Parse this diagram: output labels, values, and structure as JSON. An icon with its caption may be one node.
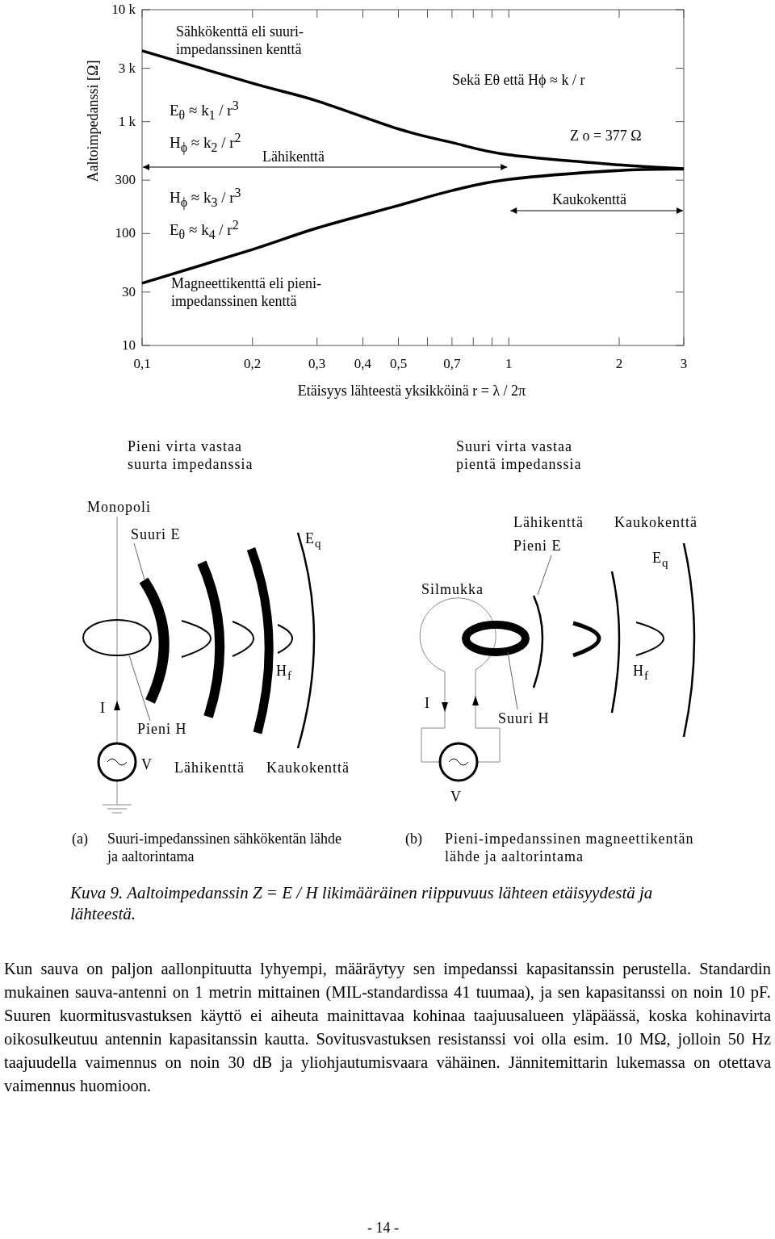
{
  "diagram": {
    "caption": "Kuva 9. Aaltoimpedanssin Z = E / H likimääräinen riippuvuus lähteen etäisyydestä ja lähteestä.",
    "nodes": [
      {
        "text": [
          "Suuri E"
        ]
      },
      {
        "text": [],
        "shape": "arc"
      },
      {
        "text": [
          "Pieni H"
        ]
      },
      {
        "text": [],
        "shape": "ellipse"
      },
      {
        "text": [
          "Pieni E"
        ]
      },
      {
        "text": [],
        "shape": "arc"
      },
      {
        "text": [
          "Suuri H"
        ]
      },
      {
        "text": [],
        "shape": "ring"
      }
    ],
    "edges": [
      {
        "from": 0,
        "to": 1,
        "arrow": "none"
      },
      {
        "from": 2,
        "to": 3,
        "arrow": "none"
      },
      {
        "from": 4,
        "to": 5,
        "arrow": "none"
      },
      {
        "from": 6,
        "to": 7,
        "arrow": "none"
      }
    ],
    "labels": [
      "10 k",
      "3 k",
      "1 k",
      "300",
      "100",
      "30",
      "10",
      "0,1",
      "0,2",
      "0,3",
      "0,4",
      "0,5",
      "0,7",
      "1",
      "2",
      "3",
      "Etäisyys lähteestä yksikköinä r = λ / 2π",
      "Aaltoimpedanssi [Ω]",
      "Sähkökenttä eli suuri-impedanssinen kenttä",
      "Sekä Eθ että Hϕ ≈ k / r",
      "E$_{θ}$ ≈ k$_{1}$ / r$^{3}$",
      "H$_{ϕ}$ ≈ k$_{2}$ / r$^{2}$",
      "Z o = 377 Ω",
      "Lähikenttä",
      "H$_{ϕ}$ ≈ k$_{3}$ / r$^{3}$",
      "Kaukokenttä",
      "E$_{θ}$ ≈ k$_{4}$ / r$^{2}$",
      "Magneettikenttä eli pieni-impedanssinen kenttä",
      "Pieni virta vastaa suurta impedanssia",
      "Suuri virta vastaa pientä impedanssia",
      "Monopoli",
      "E$_{q}$",
      "Lähikenttä",
      "Kaukokenttä",
      "E$_{q}$",
      "Silmukka",
      "H$_{f}$",
      "H$_{f}$",
      "I",
      "I",
      "V",
      "Lähikenttä",
      "Kaukokenttä",
      "V",
      "(a)",
      "Suuri-impedanssinen sähkökentän lähde ja aaltorintama",
      "(b)",
      "Pieni-impedanssinen magneettikentän lähde ja aaltorintama",
      "Kun sauva on paljon aallonpituutta lyhyempi, määräytyy sen impedanssi kapasitanssin perustella. Standardin mukainen sauva-antenni on 1 metrin mittainen (MIL-standardissa 41 tuumaa), ja sen kapasitanssi on noin 10 pF. Suuren kuormitusvastuksen käyttö ei aiheuta mainittavaa kohinaa taajuusalueen yläpäässä, koska kohinavirta oikosulkeutuu antennin kapasitanssin kautta. Sovitusvastuksen resistanssi voi olla esim. 10 MΩ, jolloin 50 Hz taajuudella vaimennus on noin 30 dB ja yliohjautumisvaara vähäinen. Jännitemittarin lukemassa on otettava vaimennus huomioon.",
      "- 14 -"
    ]
  }
}
